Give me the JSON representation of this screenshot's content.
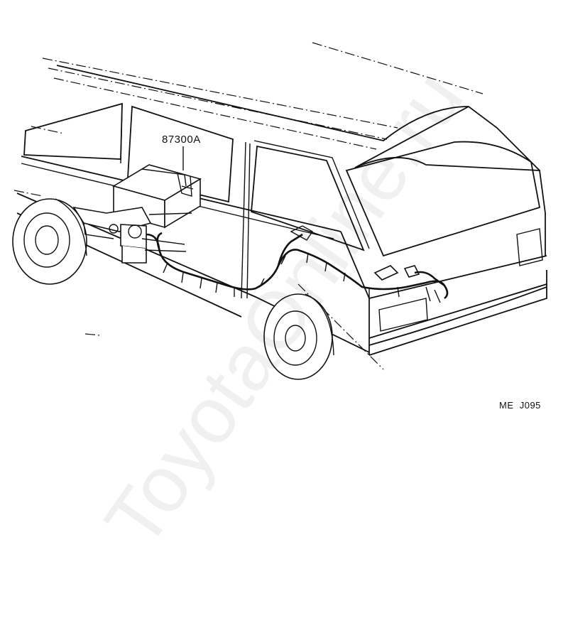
{
  "diagram": {
    "part_number_label": "87300A",
    "reference_code": "ME  J095",
    "watermark_text": "ToyotaOnline.ru",
    "line_color": "#111111",
    "background_color": "#ffffff"
  }
}
